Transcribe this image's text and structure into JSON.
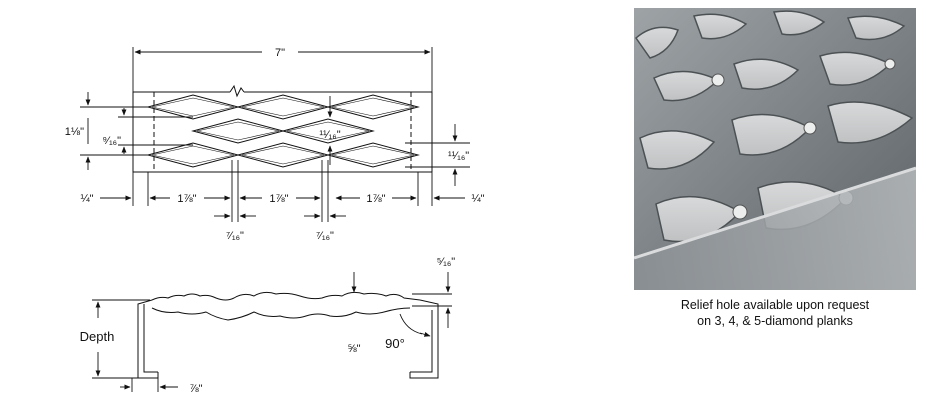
{
  "top_view": {
    "overall_width": "7\"",
    "left_height": "1⅛\"",
    "left_inner": "⁹⁄₁₆\"",
    "center_gap": "¹¹⁄₁₆\"",
    "right_height": "¹¹⁄₁₆\"",
    "edge_left": "¼\"",
    "edge_right": "¼\"",
    "spacings": [
      "1⅞\"",
      "1⅞\"",
      "1⅞\""
    ],
    "gaps": [
      "⁷⁄₁₆\"",
      "⁷⁄₁₆\""
    ]
  },
  "profile_view": {
    "depth_label": "Depth",
    "top_thickness": "⁵⁄₁₆\"",
    "lip_label": "⅝\"",
    "angle_label": "90°",
    "flange_label": "⅞\""
  },
  "photo": {
    "caption_line1": "Relief hole available upon request",
    "caption_line2": "on 3, 4, & 5-diamond planks"
  }
}
